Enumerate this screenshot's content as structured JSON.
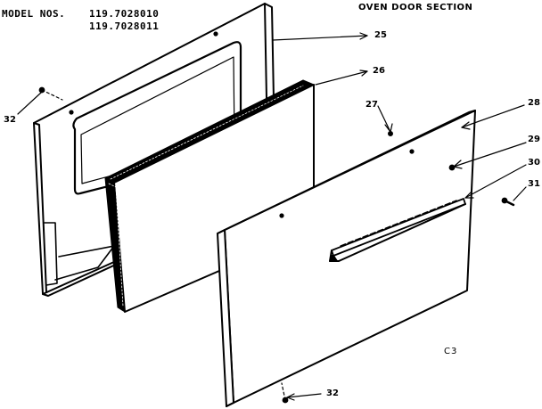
{
  "header": {
    "model_label": "MODEL NOS.",
    "model_numbers": [
      "119.7028010",
      "119.7028011"
    ],
    "section_title": "OVEN DOOR SECTION"
  },
  "callouts": {
    "c25": "25",
    "c26": "26",
    "c27": "27",
    "c28": "28",
    "c29": "29",
    "c30": "30",
    "c31": "31",
    "c32_left": "32",
    "c32_bottom": "32"
  },
  "diagram_code": "C3"
}
